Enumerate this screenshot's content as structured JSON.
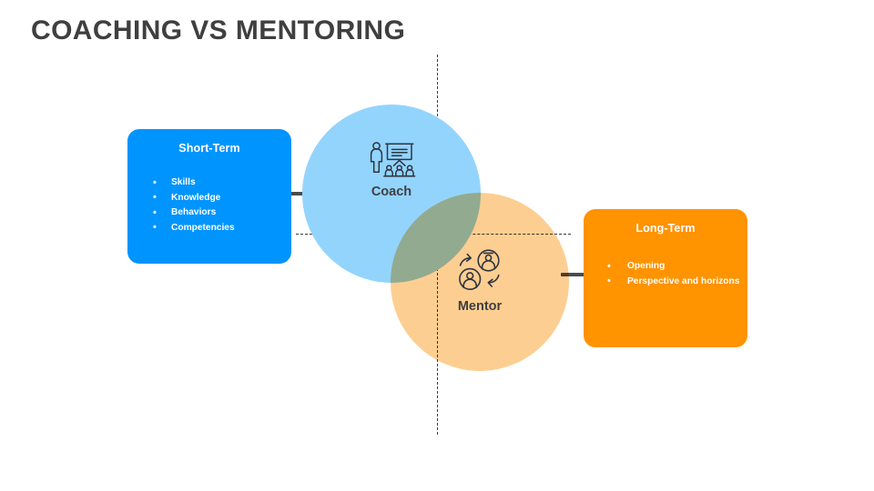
{
  "slide": {
    "title": "COACHING VS MENTORING",
    "background_color": "#FFFFFF",
    "title_color": "#3F3F3F"
  },
  "diagram": {
    "type": "venn",
    "axis_color": "#3B3B3B",
    "connector_color": "#4C4C4C",
    "overlap_color": "#CCBF92",
    "circles": [
      {
        "key": "coach",
        "label": "Coach",
        "icon": "presenter-board-audience-icon",
        "fill_color": "#93D4FD",
        "label_color": "#3F3F3F"
      },
      {
        "key": "mentor",
        "label": "Mentor",
        "icon": "two-persons-exchange-icon",
        "fill_color": "#FDCE91",
        "label_color": "#3F3F3F"
      }
    ]
  },
  "boxes": [
    {
      "key": "short_term",
      "title": "Short-Term",
      "fill_color": "#0094FF",
      "text_color": "#FFFFFF",
      "items": [
        "Skills",
        "Knowledge",
        "Behaviors",
        "Competencies"
      ]
    },
    {
      "key": "long_term",
      "title": "Long-Term",
      "fill_color": "#FF9300",
      "text_color": "#FFFFFF",
      "items": [
        "Opening",
        "Perspective and horizons"
      ]
    }
  ]
}
